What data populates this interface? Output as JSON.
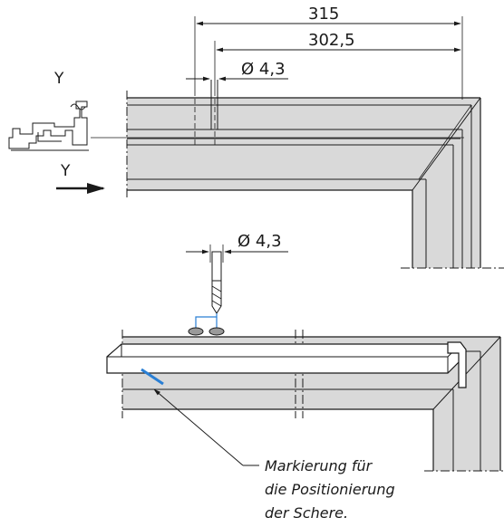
{
  "dimensions": {
    "overall": "315",
    "inner": "302,5",
    "hole_top": "Ø 4,3",
    "hole_drill": "Ø 4,3"
  },
  "section": {
    "label_top": "Y",
    "label_bottom": "Y"
  },
  "note": {
    "line1": "Markierung für",
    "line2": "die Positionierung",
    "line3": "der Schere."
  },
  "colors": {
    "frame_fill": "#d9d9d9",
    "outline": "#1a1a1a",
    "marker": "#2a7fd4",
    "arrow": "#1a1a1a"
  }
}
